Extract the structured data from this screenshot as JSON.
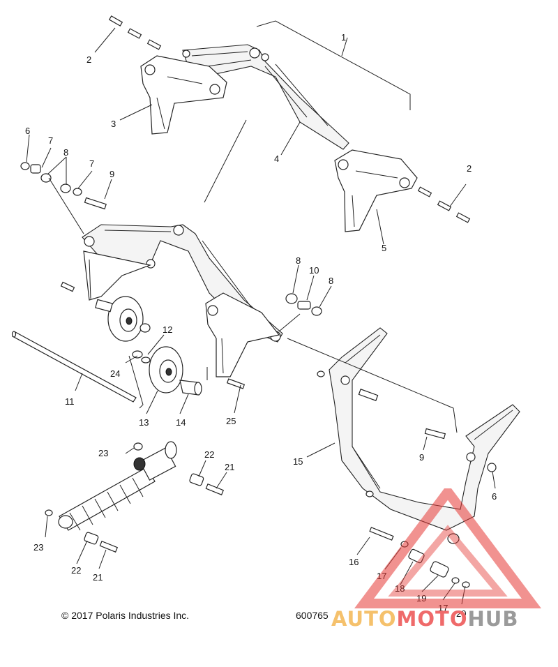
{
  "callouts": [
    {
      "id": "c1",
      "label": "1"
    },
    {
      "id": "c2a",
      "label": "2"
    },
    {
      "id": "c2b",
      "label": "2"
    },
    {
      "id": "c3",
      "label": "3"
    },
    {
      "id": "c4",
      "label": "4"
    },
    {
      "id": "c5",
      "label": "5"
    },
    {
      "id": "c6a",
      "label": "6"
    },
    {
      "id": "c6b",
      "label": "6"
    },
    {
      "id": "c7a",
      "label": "7"
    },
    {
      "id": "c7b",
      "label": "7"
    },
    {
      "id": "c8a",
      "label": "8"
    },
    {
      "id": "c8b",
      "label": "8"
    },
    {
      "id": "c8c",
      "label": "8"
    },
    {
      "id": "c9a",
      "label": "9"
    },
    {
      "id": "c9b",
      "label": "9"
    },
    {
      "id": "c10",
      "label": "10"
    },
    {
      "id": "c11",
      "label": "11"
    },
    {
      "id": "c12",
      "label": "12"
    },
    {
      "id": "c13",
      "label": "13"
    },
    {
      "id": "c14",
      "label": "14"
    },
    {
      "id": "c15",
      "label": "15"
    },
    {
      "id": "c16",
      "label": "16"
    },
    {
      "id": "c17a",
      "label": "17"
    },
    {
      "id": "c17b",
      "label": "17"
    },
    {
      "id": "c18",
      "label": "18"
    },
    {
      "id": "c19",
      "label": "19"
    },
    {
      "id": "c20",
      "label": "20"
    },
    {
      "id": "c21a",
      "label": "21"
    },
    {
      "id": "c21b",
      "label": "21"
    },
    {
      "id": "c22a",
      "label": "22"
    },
    {
      "id": "c22b",
      "label": "22"
    },
    {
      "id": "c23a",
      "label": "23"
    },
    {
      "id": "c23b",
      "label": "23"
    },
    {
      "id": "c24",
      "label": "24"
    },
    {
      "id": "c25",
      "label": "25"
    }
  ],
  "footer": {
    "copyright": "© 2017 Polaris Industries Inc.",
    "diagram_number": "600765"
  },
  "watermark": {
    "part1": "AUTO",
    "part2": "MOTO",
    "part3": "HUB",
    "colors": {
      "auto": "#f5c16c",
      "moto": "#ef6a6a",
      "hub": "#9a9a9a",
      "triangle": "#e53935"
    }
  }
}
